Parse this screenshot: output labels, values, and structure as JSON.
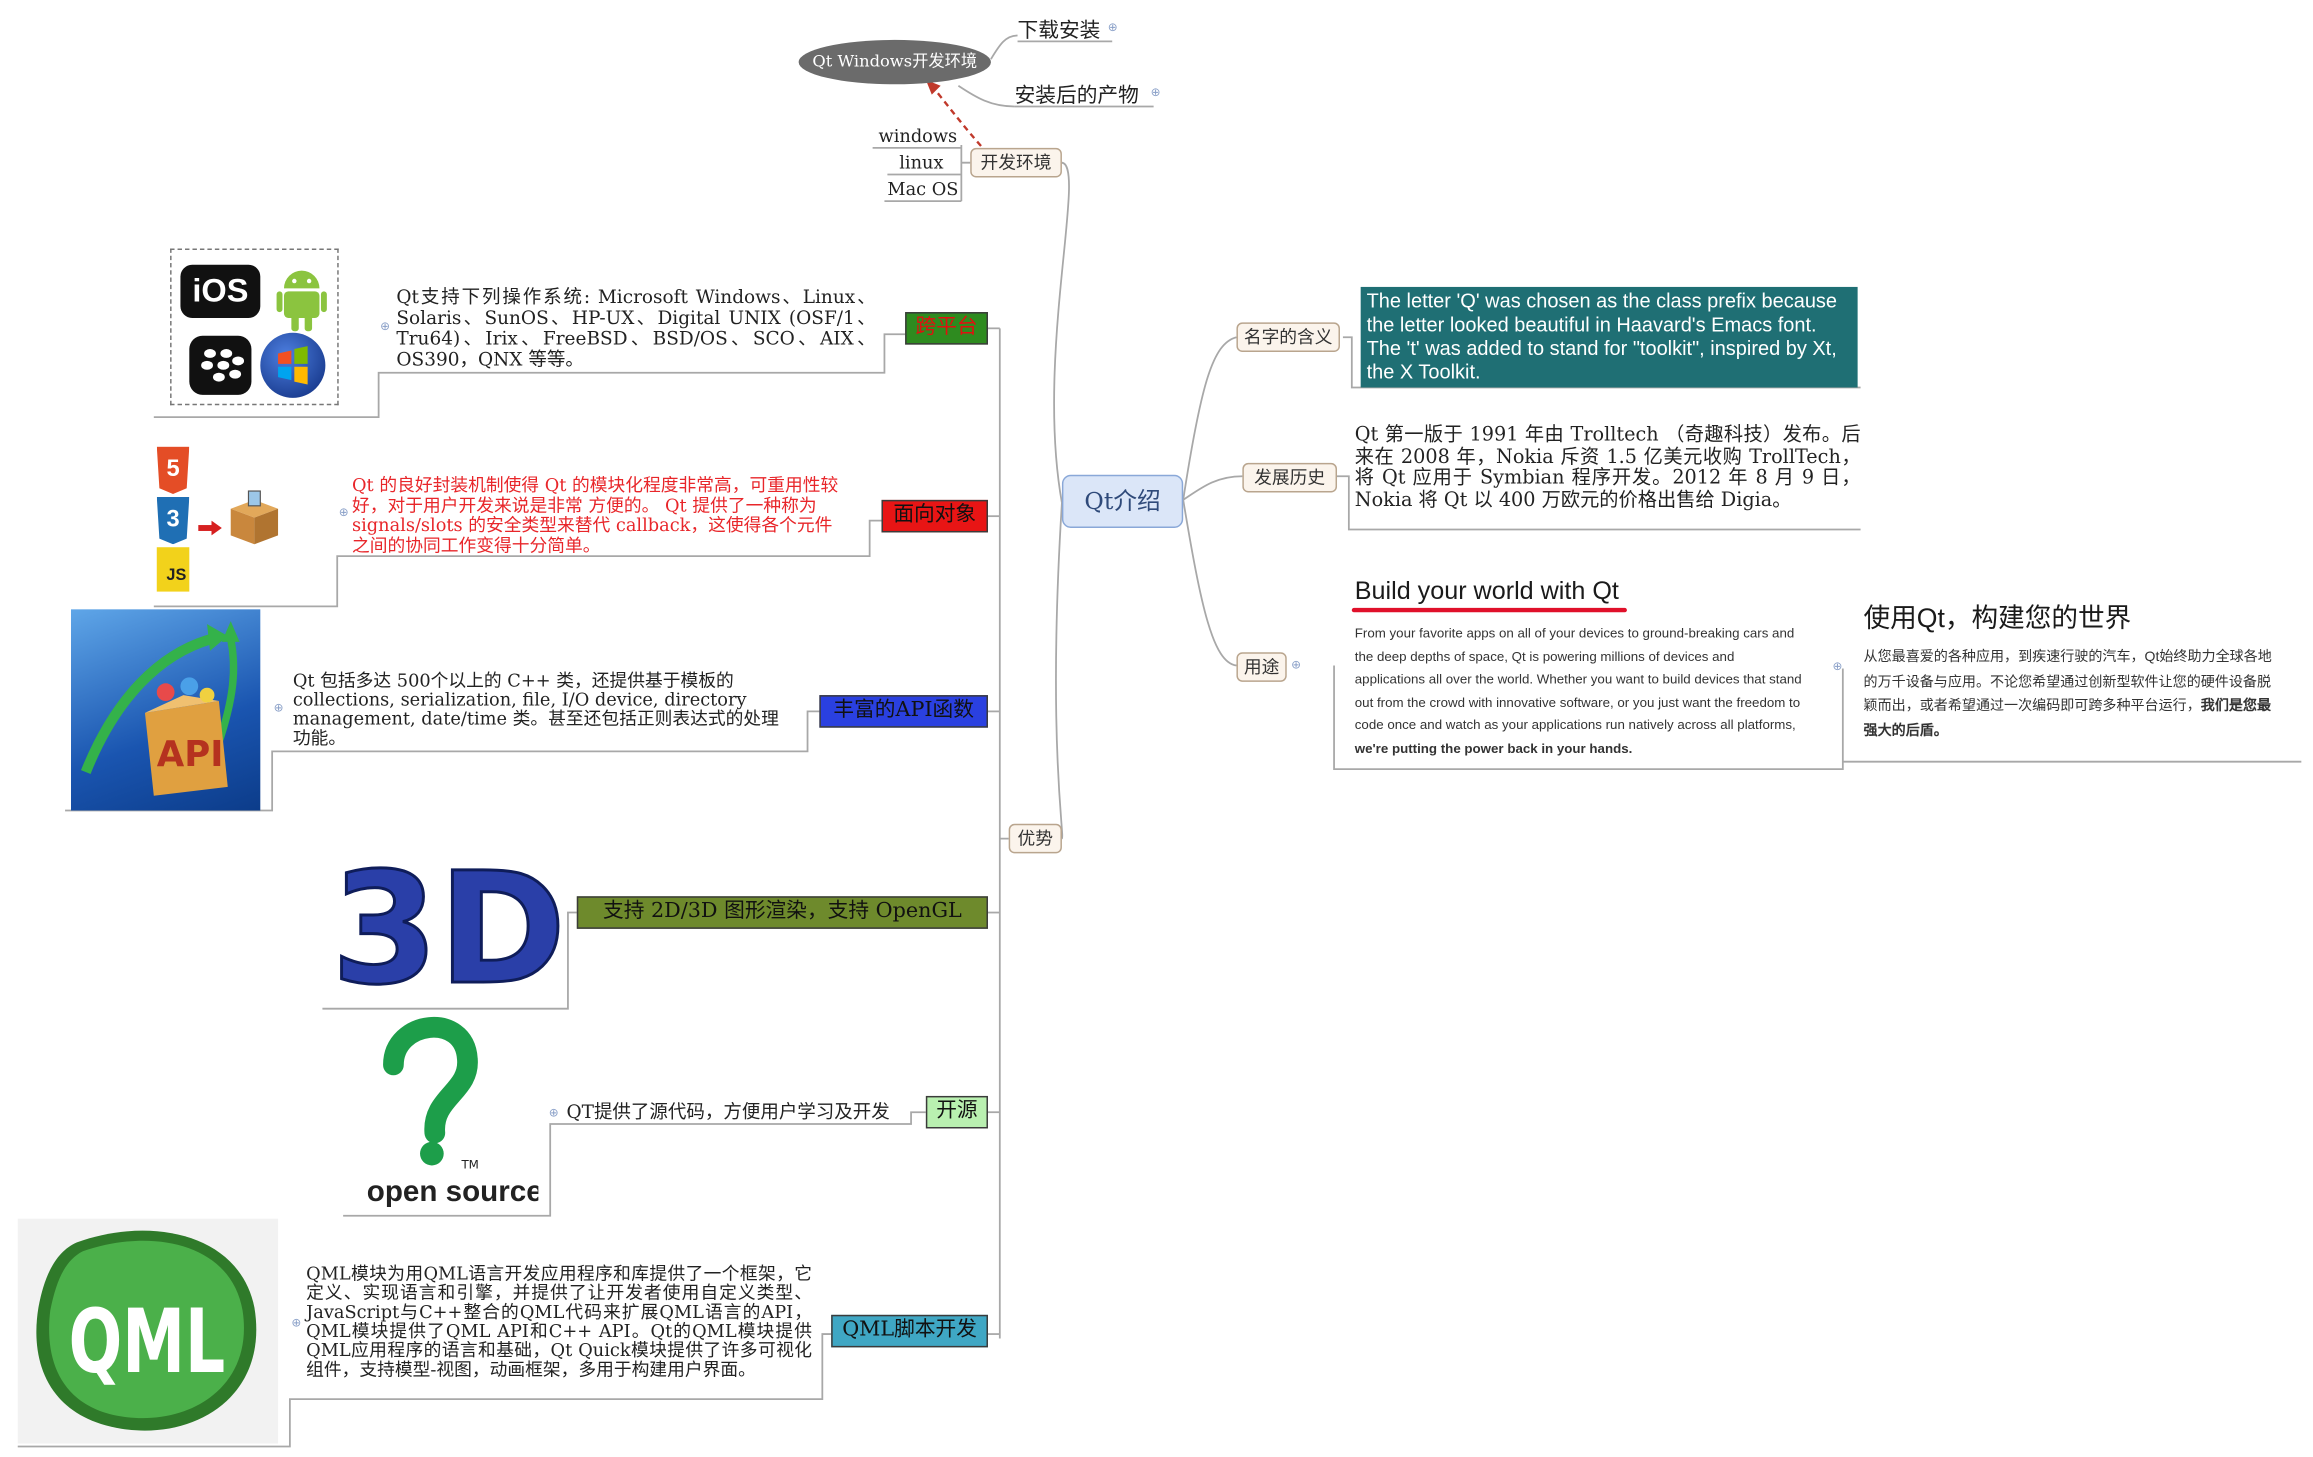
{
  "center": {
    "label": "Qt介绍"
  },
  "env": {
    "topic": "开发环境",
    "os_items": [
      "windows",
      "linux",
      "Mac OS"
    ],
    "parent_label": "Qt Windows开发环境",
    "subtopics": [
      "下载安装",
      "安装后的产物"
    ]
  },
  "name_meaning": {
    "topic": "名字的含义",
    "text": "The letter 'Q' was chosen as the class prefix because the letter looked beautiful in Haavard's Emacs font. The 't' was added to stand for \"toolkit\", inspired by Xt, the X Toolkit."
  },
  "history": {
    "topic": "发展历史",
    "text": "Qt 第一版于 1991 年由 Trolltech （奇趣科技）发布。后来在 2008 年，Nokia 斥资 1.5 亿美元收购 TrollTech，将 Qt 应用于 Symbian 程序开发。2012 年 8 月 9 日，Nokia 将 Qt 以 400 万欧元的价格出售给 Digia。"
  },
  "usage": {
    "topic": "用途",
    "en_title": "Build your world with Qt",
    "en_body": "From your favorite apps on all of your devices to ground-breaking cars and the deep depths of space, Qt is powering millions of devices and applications all over the world. Whether you want to build devices that stand out from the crowd with innovative software, or you just want the freedom to code once and watch as your applications run natively across all platforms,",
    "en_bold": "we're putting the power back in your hands.",
    "cn_title": "使用Qt，构建您的世界",
    "cn_body": "从您最喜爱的各种应用，到疾速行驶的汽车，Qt始终助力全球各地的万千设备与应用。不论您希望通过创新型软件让您的硬件设备脱颖而出，或者希望通过一次编码即可跨多种平台运行，",
    "cn_bold": "我们是您最强大的后盾。"
  },
  "advantages": {
    "topic": "优势",
    "items": [
      {
        "label": "跨平台",
        "bg": "#2e8b1f",
        "fg": "#e01010",
        "text": "Qt支持下列操作系统: Microsoft Windows、Linux、Solaris、SunOS、HP-UX、Digital UNIX (OSF/1、Tru64)、Irix、FreeBSD、BSD/OS、SCO、AIX、OS390，QNX 等等。",
        "icons": [
          "iOS",
          "android-icon",
          "blackberry-icon",
          "windows-icon"
        ]
      },
      {
        "label": "面向对象",
        "bg": "#e81515",
        "fg": "#111111",
        "text": "Qt 的良好封装机制使得 Qt 的模块化程度非常高，可重用性较好，对于用户开发来说是非常 方便的。 Qt 提供了一种称为 signals/slots 的安全类型来替代 callback，这使得各个元件 之间的协同工作变得十分简单。",
        "icons": [
          "5",
          "3",
          "JS"
        ]
      },
      {
        "label": "丰富的API函数",
        "bg": "#2a40e0",
        "fg": "#111111",
        "text": "Qt 包括多达 500个以上的 C++ 类，还提供基于模板的 collections, serialization, file, I/O device, directory management, date/time 类。甚至还包括正则表达式的处理 功能。",
        "icons": [
          "API"
        ]
      },
      {
        "label": "支持 2D/3D 图形渲染，支持 OpenGL",
        "bg": "#6e8a2c",
        "fg": "#111111",
        "text": "",
        "icons": [
          "3D"
        ]
      },
      {
        "label": "开源",
        "bg": "#b9f0b0",
        "fg": "#111111",
        "text": "QT提供了源代码，方便用户学习及开发",
        "icons": [
          "open source",
          "TM"
        ]
      },
      {
        "label": "QML脚本开发",
        "bg": "#3fa7c4",
        "fg": "#111111",
        "text": "QML模块为用QML语言开发应用程序和库提供了一个框架，它定义、实现语言和引擎，并提供了让开发者使用自定义类型、JavaScript与C++整合的QML代码来扩展QML语言的API，QML模块提供了QML API和C++ API。Qt的QML模块提供QML应用程序的语言和基础，Qt Quick模块提供了许多可视化组件，支持模型-视图，动画框架，多用于构建用户界面。",
        "icons": [
          "QML"
        ]
      }
    ]
  },
  "colors": {
    "topic_border": "#b9a58e",
    "topic_bg": "#fbf4ec",
    "center_bg": "#dbe6f8",
    "center_border": "#8aa8d8",
    "name_box_bg": "#1f6f74",
    "usage_underline": "#e0102a",
    "arrow": "#c0392b"
  }
}
